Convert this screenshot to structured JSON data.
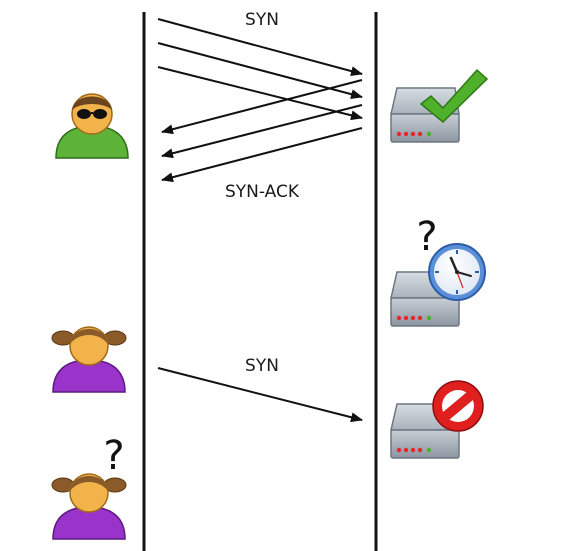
{
  "labels": {
    "syn_top": "SYN",
    "syn_ack": "SYN-ACK",
    "syn_bottom": "SYN"
  },
  "question_marks": {
    "server": "?",
    "user": "?"
  },
  "icons": {
    "attacker": "attacker-avatar-icon",
    "user_1": "user-avatar-icon",
    "user_2": "waiting-user-avatar-icon",
    "server_ok": "server-checkmark-icon",
    "server_busy": "server-clock-icon",
    "server_blocked": "server-forbidden-icon"
  },
  "colors": {
    "line": "#111111",
    "attacker_body": "#5cb338",
    "user_body": "#9a33c9",
    "skin": "#f2b44a",
    "hair": "#8a5a28",
    "check": "#4fb02b",
    "clock": "#5b8fd9",
    "forbidden": "#e01f1f",
    "server_body": "#9aa3ad",
    "server_led": "#e02a2a"
  }
}
